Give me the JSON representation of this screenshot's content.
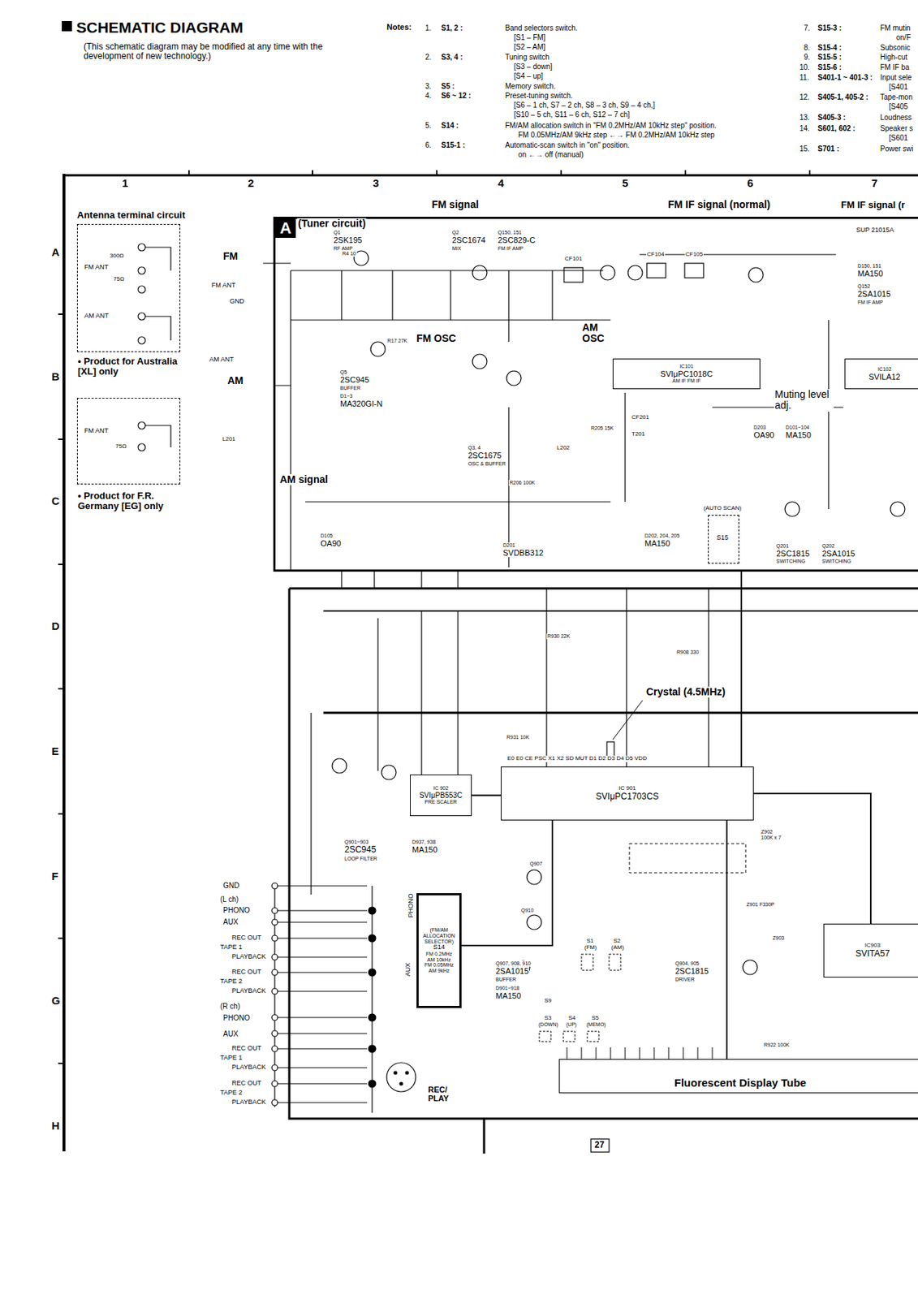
{
  "diagram": {
    "title": "SCHEMATIC DIAGRAM",
    "nodes": [
      {
        "text": [
          "Antenna terminal circuit",
          "FM ANT",
          "AM ANT"
        ]
      },
      {
        "text": [
          "FM ANT"
        ]
      },
      {
        "text": [
          "A",
          "(Tuner circuit)"
        ]
      },
      {
        "text": [
          "IC101",
          "SVIμPC1018C",
          "AM IF FM IF"
        ],
        "in": 2
      },
      {
        "text": [
          "(AUTO SCAN)",
          "S15"
        ],
        "in": 2
      },
      {
        "text": [
          "IC102",
          "SVILA12"
        ],
        "in": 2
      },
      {
        "text": [
          "IC 902",
          "SVIμPB553C",
          "PRE SCALER"
        ]
      },
      {
        "text": [
          "IC 901",
          "SVIμPC1703CS"
        ]
      },
      {
        "text": [
          "(FM/AM ALLOCATION SELECTOR)",
          "S14",
          "FM 0.2MHz AM 10kHz",
          "FM 0.05MHz AM 9kHz"
        ]
      },
      {
        "text": [
          "IC903",
          "SVITA57"
        ]
      },
      {
        "text": [
          "Fluorescent Display Tube"
        ]
      }
    ],
    "edges": [
      {
        "from": 6,
        "to": 7,
        "arrow": "none"
      },
      {
        "from": 7,
        "to": 10,
        "arrow": "none"
      },
      {
        "from": 8,
        "to": 7,
        "arrow": "none"
      },
      {
        "from": 7,
        "to": 9,
        "arrow": "none"
      },
      {
        "from": 2,
        "to": 7,
        "arrow": "none"
      }
    ],
    "labels": [
      "(This schematic diagram may be modified at any time with the development of new technology.)",
      "Notes:",
      "1.",
      "S1, 2 :",
      "Band selectors switch.",
      "[S1 – FM]",
      "[S2 – AM]",
      "2.",
      "S3, 4 :",
      "Tuning switch",
      "[S3 – down]",
      "[S4 – up]",
      "3.",
      "S5 :",
      "Memory switch.",
      "4.",
      "S6 ~ 12 :",
      "Preset-tuning switch.",
      "[S6 – 1 ch, S7 – 2 ch, S8 – 3 ch, S9 – 4 ch,]",
      "[S10 – 5 ch, S11 – 6 ch, S12 – 7 ch]",
      "5.",
      "S14 :",
      "FM/AM allocation switch in \"FM 0.2MHz/AM 10kHz step\" position.",
      "FM 0.05MHz/AM 9kHz step ←→ FM 0.2MHz/AM 10kHz step",
      "6.",
      "S15-1 :",
      "Automatic-scan switch in \"on\" position.",
      "on ←→ off (manual)",
      "7.",
      "S15-3 :",
      "FM mutin",
      "on/F",
      "8.",
      "S15-4 :",
      "Subsonic",
      "9.",
      "S15-5 :",
      "High-cut",
      "10.",
      "S15-6 :",
      "FM IF ba",
      "11.",
      "S401-1 ~ 401-3 :",
      "Input sele",
      "[S401",
      "12.",
      "S405-1, 405-2 :",
      "Tape-mon",
      "[S405",
      "13.",
      "S405-3 :",
      "Loudness",
      "14.",
      "S601, 602 :",
      "Speaker s",
      "[S601",
      "15.",
      "S701 :",
      "Power swi",
      "1",
      "2",
      "3",
      "4",
      "5",
      "6",
      "7",
      "A",
      "B",
      "C",
      "D",
      "E",
      "F",
      "G",
      "H",
      "27",
      "• Product for Australia [XL] only",
      "• Product for F.R. Germany [EG] only",
      "300Ω",
      "75Ω",
      "75Ω",
      "FM signal",
      "FM IF signal (normal)",
      "FM IF signal (r",
      "FM",
      "FM ANT",
      "GND",
      "AM ANT",
      "AM",
      "AM signal",
      "Q1",
      "2SK195",
      "RF AMP",
      "Q2",
      "2SC1674",
      "MIX",
      "Q150, 151",
      "2SC829-C",
      "FM IF AMP",
      "SUP 21015A",
      "D150, 151",
      "MA150",
      "Q152",
      "2SA1015",
      "FM IF AMP",
      "FM OSC",
      "AM OSC",
      "Q5",
      "2SC945",
      "BUFFER",
      "D1~3",
      "MA320GI-N",
      "Q3, 4",
      "2SC1675",
      "OSC & BUFFER",
      "Muting level adj.",
      "D203",
      "OA90",
      "D101~104",
      "MA150",
      "D105",
      "OA90",
      "D201",
      "SVDBB312",
      "D202, 204, 205",
      "MA150",
      "Q201",
      "2SC1815",
      "SWITCHING",
      "Q202",
      "2SA1015",
      "SWITCHING",
      "L201",
      "T201",
      "CF201",
      "L202",
      "CF101",
      "CF104",
      "CF105",
      "R4 10",
      "R17 27K",
      "R205 15K",
      "R206 100K",
      "R930 22K",
      "R908 330",
      "Crystal (4.5MHz)",
      "R931 10K",
      "E0 E0 CE PSC X1 X2 SD MUT D1 D2 D3 D4 D5 VDD",
      "Q901~903",
      "2SC945",
      "LOOP FILTER",
      "D937, 938",
      "MA150",
      "Q907",
      "Q910",
      "Q907, 908, 910",
      "2SA1015",
      "BUFFER",
      "D901~918",
      "MA150",
      "S1",
      "(FM)",
      "S2",
      "(AM)",
      "S9",
      "S3",
      "(DOWN)",
      "S4",
      "(UP)",
      "S5",
      "(MEMO)",
      "Q904, 905",
      "2SC1815",
      "DRIVER",
      "Z901 F330P",
      "Z902",
      "100K x 7",
      "Z903",
      "R922 100K",
      "GND",
      "(L ch)",
      "PHONO",
      "AUX",
      "REC OUT",
      "TAPE 1",
      "PLAYBACK",
      "REC OUT",
      "TAPE 2",
      "PLAYBACK",
      "(R ch)",
      "PHONO",
      "AUX",
      "REC OUT",
      "TAPE 1",
      "PLAYBACK",
      "REC OUT",
      "TAPE 2",
      "PLAYBACK",
      "PHONO",
      "AUX",
      "REC/ PLAY"
    ]
  }
}
